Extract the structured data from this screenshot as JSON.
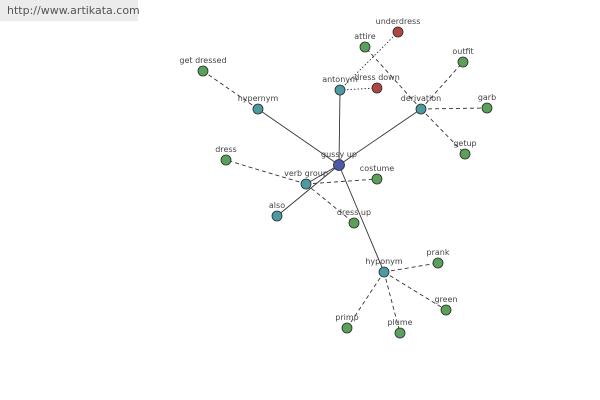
{
  "source": "http://www.artikata.com",
  "colors": {
    "center": "#4a5aa8",
    "relation": "#4d9aa0",
    "word": "#5aa05a",
    "antonym_word": "#b04545",
    "edge": "#333333",
    "stroke": "#2a2a2a"
  },
  "nodes": [
    {
      "id": "gussy-up",
      "label": "gussy up",
      "kind": "center"
    },
    {
      "id": "hypernym",
      "label": "hypernym",
      "kind": "relation"
    },
    {
      "id": "antonym",
      "label": "antonym",
      "kind": "relation"
    },
    {
      "id": "derivation",
      "label": "derivation",
      "kind": "relation"
    },
    {
      "id": "verb-group",
      "label": "verb group",
      "kind": "relation"
    },
    {
      "id": "also",
      "label": "also",
      "kind": "relation"
    },
    {
      "id": "hyponym",
      "label": "hyponym",
      "kind": "relation"
    },
    {
      "id": "get-dressed",
      "label": "get dressed",
      "kind": "word"
    },
    {
      "id": "attire",
      "label": "attire",
      "kind": "word"
    },
    {
      "id": "underdress",
      "label": "underdress",
      "kind": "antonym_word"
    },
    {
      "id": "dress-down",
      "label": "dress down",
      "kind": "antonym_word"
    },
    {
      "id": "outfit",
      "label": "outfit",
      "kind": "word"
    },
    {
      "id": "garb",
      "label": "garb",
      "kind": "word"
    },
    {
      "id": "getup",
      "label": "getup",
      "kind": "word"
    },
    {
      "id": "dress",
      "label": "dress",
      "kind": "word"
    },
    {
      "id": "costume",
      "label": "costume",
      "kind": "word"
    },
    {
      "id": "dress-up",
      "label": "dress up",
      "kind": "word"
    },
    {
      "id": "prank",
      "label": "prank",
      "kind": "word"
    },
    {
      "id": "green",
      "label": "green",
      "kind": "word"
    },
    {
      "id": "plume",
      "label": "plume",
      "kind": "word"
    },
    {
      "id": "primp",
      "label": "primp",
      "kind": "word"
    }
  ],
  "edges": [
    {
      "from": "gussy-up",
      "to": "hypernym",
      "style": "solid"
    },
    {
      "from": "gussy-up",
      "to": "antonym",
      "style": "solid"
    },
    {
      "from": "gussy-up",
      "to": "derivation",
      "style": "solid"
    },
    {
      "from": "gussy-up",
      "to": "verb-group",
      "style": "solid"
    },
    {
      "from": "gussy-up",
      "to": "also",
      "style": "solid"
    },
    {
      "from": "gussy-up",
      "to": "hyponym",
      "style": "solid"
    },
    {
      "from": "hypernym",
      "to": "get-dressed",
      "style": "dashed"
    },
    {
      "from": "antonym",
      "to": "underdress",
      "style": "dotted"
    },
    {
      "from": "antonym",
      "to": "dress-down",
      "style": "dotted"
    },
    {
      "from": "derivation",
      "to": "attire",
      "style": "dashed"
    },
    {
      "from": "derivation",
      "to": "outfit",
      "style": "dashed"
    },
    {
      "from": "derivation",
      "to": "garb",
      "style": "dashed"
    },
    {
      "from": "derivation",
      "to": "getup",
      "style": "dashed"
    },
    {
      "from": "verb-group",
      "to": "dress",
      "style": "dashed"
    },
    {
      "from": "verb-group",
      "to": "costume",
      "style": "dashed"
    },
    {
      "from": "verb-group",
      "to": "dress-up",
      "style": "dashed"
    },
    {
      "from": "hyponym",
      "to": "prank",
      "style": "dashed"
    },
    {
      "from": "hyponym",
      "to": "green",
      "style": "dashed"
    },
    {
      "from": "hyponym",
      "to": "plume",
      "style": "dashed"
    },
    {
      "from": "hyponym",
      "to": "primp",
      "style": "dashed"
    }
  ]
}
